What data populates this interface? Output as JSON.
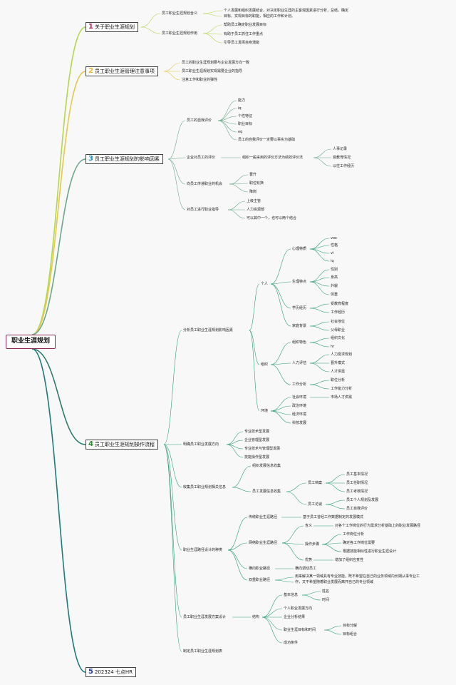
{
  "root": "职业生涯规划",
  "branches": [
    {
      "num": "1",
      "label": "关于职业生涯规划"
    },
    {
      "num": "2",
      "label": "员工职业生涯管理注意事项"
    },
    {
      "num": "3",
      "label": "员工职业生涯规划的影响因素"
    },
    {
      "num": "4",
      "label": "员工职业生涯规划操作流程"
    },
    {
      "num": "5",
      "label": "202324 七点HR"
    }
  ],
  "b1": {
    "def_label": "员工职业生涯规划含义",
    "def_text1": "个人发展和组织发展结合，对决定职业生涯的主客观因素进行分析，总结，确定",
    "def_text2": "目标，实现目标的职能，相应的工作和计划。",
    "role_label": "员工职业生涯规划作用",
    "roles": [
      "帮助员工确定职业发展目标",
      "有助于员工抓住工作重点",
      "引导员工发挥自身潜能"
    ]
  },
  "b2": {
    "items": [
      "员工的职业生涯规划要与企业发展方向一致",
      "员工职业生涯规划实现需要企业的指导",
      "注意工作和职业的弹性"
    ]
  },
  "b3": {
    "self_label": "员工的自我评价",
    "self_items": [
      "能力",
      "iq",
      "个性特征",
      "职业目标",
      "eq",
      "员工的自我评价一定要以事实为基础"
    ],
    "corp_label": "企业对员工的评价",
    "corp_method": "组织一般采用的评价方法为绩效评价法",
    "corp_items": [
      "人事记录",
      "受教育情况",
      "以往工作经历"
    ],
    "info_label": "向员工传递职业的机会",
    "info_items": [
      "晋升",
      "职位轮换",
      "降岗"
    ],
    "guide_label": "对员工进行职业指导",
    "guide_items": [
      "上级主管",
      "人力资源部",
      "可以其中一个，也可以两个结合"
    ]
  },
  "b4": {
    "analysis_label": "分析员工职业生涯规划影响因素",
    "personal": "个人",
    "psych": "心理特质",
    "psych_items": [
      "vox",
      "性格",
      "vi",
      "iq"
    ],
    "physio": "生理特点",
    "physio_items": [
      "性别",
      "身高",
      "外貌",
      "体重"
    ],
    "edu": "学历经历",
    "edu_items": [
      "受教育程度",
      "工作经历"
    ],
    "family": "家庭背景",
    "family_items": [
      "社会地位",
      "父母职业"
    ],
    "org": "组织",
    "org_feat": "组织特色",
    "org_feat_items": [
      "组织文化",
      "hr"
    ],
    "hr_env": "人力评估",
    "hr_env_items": [
      "人力需求规划",
      "晋升模式",
      "人才供需"
    ],
    "job": "工作分析",
    "job_items": [
      "职位分析",
      "工作能力分析"
    ],
    "envl": "环境",
    "env_items": [
      "社会环境",
      "政治环境",
      "经济环境",
      "科技发展"
    ],
    "market": "市场人才供需",
    "dir_label": "明确员工职业发展方向",
    "dir_items": [
      "专业技术型发展",
      "企业管理型发展",
      "专业技术与管理型发展",
      "技能操作型发展"
    ],
    "collect_label": "收集员工职业规划相关信息",
    "collect_org": "组织发展信息收集",
    "collect_emp": "员工发展信息收集",
    "archive": "员工档案",
    "archive_items": [
      "员工基本情况",
      "员工任职情况",
      "员工考核情况"
    ],
    "visit": "员工访谈",
    "visit_items": [
      "员工个人规划及发展",
      "员工自我评价"
    ],
    "path_label": "职业生涯路径设计的种类",
    "trad": "传统职业生涯路径",
    "trad_desc": "基于员工曾经工作数据制定的发展模式",
    "net": "网络职业生涯路径",
    "net_def": "含义",
    "net_def_text": "对各个工作岗位的行为需求分析基础上的职业发展路径",
    "net_steps": "操作步骤",
    "net_steps_items": [
      "工作岗位分析",
      "确定各工作岗位需要",
      "根据技能相似性进行职业生涯设计"
    ],
    "net_adv": "优势",
    "net_adv_text": "增加了组织应变性",
    "lateral": "横向职业路径",
    "lateral_text": "横向调动员工",
    "dual": "双重职业路径",
    "dual_text1": "用来解决某一领域具有专业技能，既不希望在自己的业务领域内长期从事专业工",
    "dual_text2": "作，又不希望随着职业发展而离开自己的专业领域",
    "plan_label": "员工职业生涯发展方案设计",
    "plan_struct": "结构",
    "plan_basic": "基本信息",
    "plan_basic_items": [
      "姓名",
      "时间"
    ],
    "plan_items": [
      "个人职业发展方向",
      "企业分析结果"
    ],
    "plan_goal": "职业生涯目标和时间",
    "plan_goal_items": [
      "目标分解",
      "目标组合"
    ],
    "plan_success": "成功条件",
    "final_label": "制定员工职业生涯规划表"
  }
}
